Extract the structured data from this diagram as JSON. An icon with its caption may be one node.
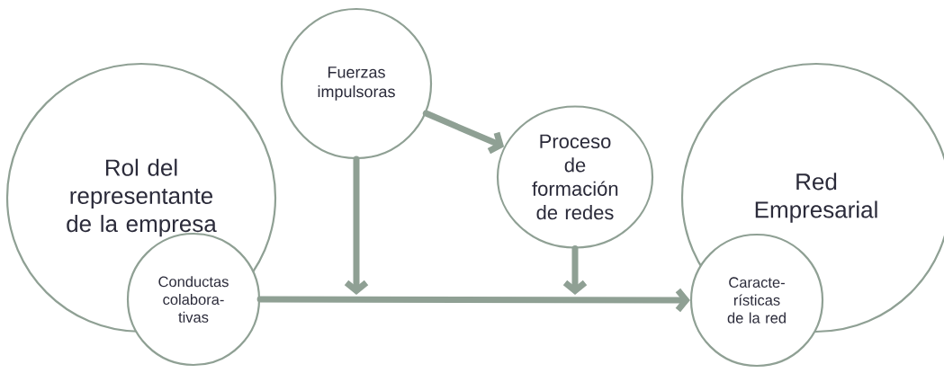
{
  "diagram": {
    "nodes": [
      {
        "text": [
          "Rol del representante de la empresa"
        ]
      },
      {
        "text": [
          "Conductas colabora- tivas"
        ]
      },
      {
        "text": [
          "Fuerzas impulsoras"
        ]
      },
      {
        "text": [
          "Proceso de formación de redes"
        ]
      },
      {
        "text": [
          "Red Empresarial"
        ]
      },
      {
        "text": [
          "Caracte- rísticas de la red"
        ]
      }
    ],
    "edges": [
      {
        "from": 1,
        "to": 5,
        "arrow": "to"
      },
      {
        "from": 2,
        "to": null,
        "arrow": "to"
      },
      {
        "from": 2,
        "to": 3,
        "arrow": "to"
      },
      {
        "from": 3,
        "to": null,
        "arrow": "to"
      }
    ]
  }
}
